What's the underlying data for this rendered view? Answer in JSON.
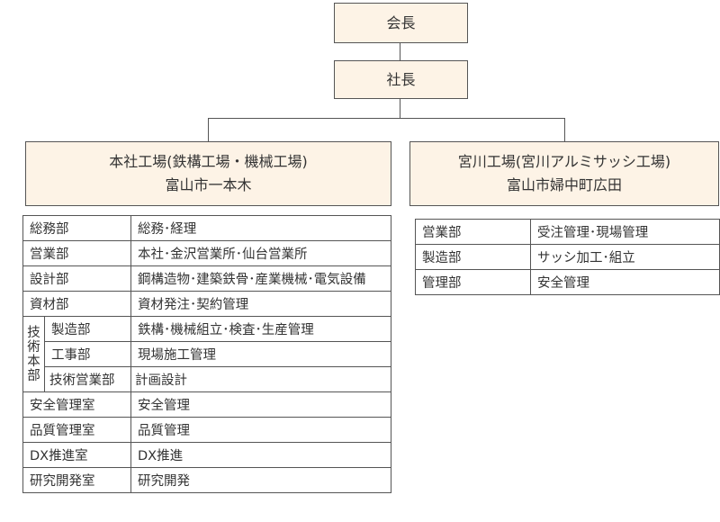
{
  "chairman": "会長",
  "president": "社長",
  "honsha": {
    "title": "本社工場(鉄構工場・機械工場)",
    "location": "富山市一本木",
    "rows": [
      {
        "dept": "総務部",
        "duty": "総務･経理"
      },
      {
        "dept": "営業部",
        "duty": "本社･金沢営業所･仙台営業所"
      },
      {
        "dept": "設計部",
        "duty": "鋼構造物･建築鉄骨･産業機械･電気設備"
      },
      {
        "dept": "資材部",
        "duty": "資材発注･契約管理"
      }
    ],
    "gijutsu": {
      "group_chars": [
        "技",
        "術",
        "本",
        "部"
      ],
      "rows": [
        {
          "dept": "製造部",
          "duty": "鉄構･機械組立･検査･生産管理"
        },
        {
          "dept": "工事部",
          "duty": "現場施工管理"
        },
        {
          "dept": "技術営業部",
          "duty": "計画設計"
        }
      ]
    },
    "rows2": [
      {
        "dept": "安全管理室",
        "duty": "安全管理"
      },
      {
        "dept": "品質管理室",
        "duty": "品質管理"
      },
      {
        "dept": "DX推進室",
        "duty": "DX推進"
      },
      {
        "dept": "研究開発室",
        "duty": "研究開発"
      }
    ]
  },
  "miyakawa": {
    "title": "宮川工場(宮川アルミサッシ工場)",
    "location": "富山市婦中町広田",
    "rows": [
      {
        "dept": "営業部",
        "duty": "受注管理･現場管理"
      },
      {
        "dept": "製造部",
        "duty": "サッシ加工･組立"
      },
      {
        "dept": "管理部",
        "duty": "安全管理"
      }
    ]
  }
}
